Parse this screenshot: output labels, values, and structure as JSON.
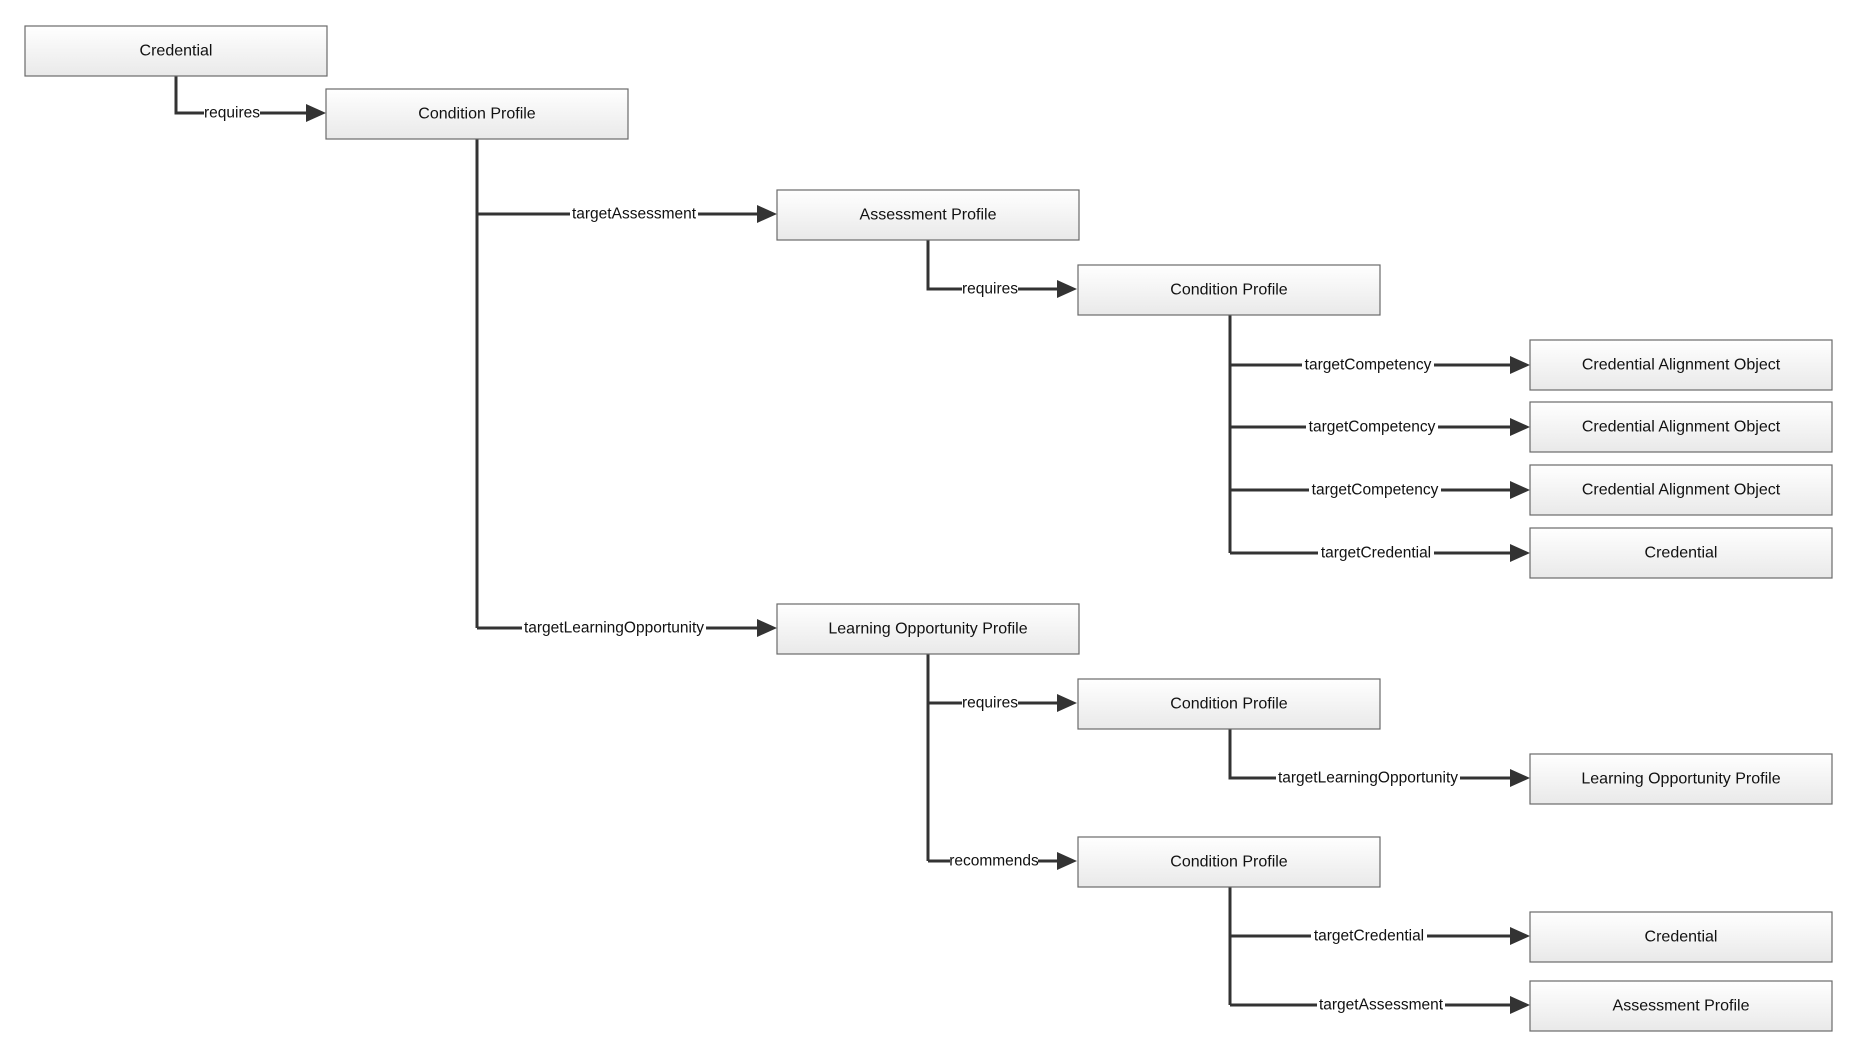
{
  "nodes": [
    {
      "id": "credential",
      "label": "Credential"
    },
    {
      "id": "condition-profile-1",
      "label": "Condition Profile"
    },
    {
      "id": "assessment-profile-1",
      "label": "Assessment Profile"
    },
    {
      "id": "condition-profile-2",
      "label": "Condition Profile"
    },
    {
      "id": "credential-alignment-object-1",
      "label": "Credential Alignment Object"
    },
    {
      "id": "credential-alignment-object-2",
      "label": "Credential Alignment Object"
    },
    {
      "id": "credential-alignment-object-3",
      "label": "Credential Alignment Object"
    },
    {
      "id": "credential-2",
      "label": "Credential"
    },
    {
      "id": "learning-opportunity-profile-1",
      "label": "Learning Opportunity Profile"
    },
    {
      "id": "condition-profile-3",
      "label": "Condition Profile"
    },
    {
      "id": "learning-opportunity-profile-2",
      "label": "Learning Opportunity Profile"
    },
    {
      "id": "condition-profile-4",
      "label": "Condition Profile"
    },
    {
      "id": "credential-3",
      "label": "Credential"
    },
    {
      "id": "assessment-profile-2",
      "label": "Assessment Profile"
    }
  ],
  "edges": [
    {
      "id": "e1",
      "from": "credential",
      "to": "condition-profile-1",
      "label": "requires"
    },
    {
      "id": "e2",
      "from": "condition-profile-1",
      "to": "assessment-profile-1",
      "label": "targetAssessment"
    },
    {
      "id": "e3",
      "from": "assessment-profile-1",
      "to": "condition-profile-2",
      "label": "requires"
    },
    {
      "id": "e4",
      "from": "condition-profile-2",
      "to": "credential-alignment-object-1",
      "label": "targetCompetency"
    },
    {
      "id": "e5",
      "from": "condition-profile-2",
      "to": "credential-alignment-object-2",
      "label": "targetCompetency"
    },
    {
      "id": "e6",
      "from": "condition-profile-2",
      "to": "credential-alignment-object-3",
      "label": "targetCompetency"
    },
    {
      "id": "e7",
      "from": "condition-profile-2",
      "to": "credential-2",
      "label": "targetCredential"
    },
    {
      "id": "e8",
      "from": "condition-profile-1",
      "to": "learning-opportunity-profile-1",
      "label": "targetLearningOpportunity"
    },
    {
      "id": "e9",
      "from": "learning-opportunity-profile-1",
      "to": "condition-profile-3",
      "label": "requires"
    },
    {
      "id": "e10",
      "from": "condition-profile-3",
      "to": "learning-opportunity-profile-2",
      "label": "targetLearningOpportunity"
    },
    {
      "id": "e11",
      "from": "learning-opportunity-profile-1",
      "to": "condition-profile-4",
      "label": "recommends"
    },
    {
      "id": "e12",
      "from": "condition-profile-4",
      "to": "credential-3",
      "label": "targetCredential"
    },
    {
      "id": "e13",
      "from": "condition-profile-4",
      "to": "assessment-profile-2",
      "label": "targetAssessment"
    }
  ]
}
